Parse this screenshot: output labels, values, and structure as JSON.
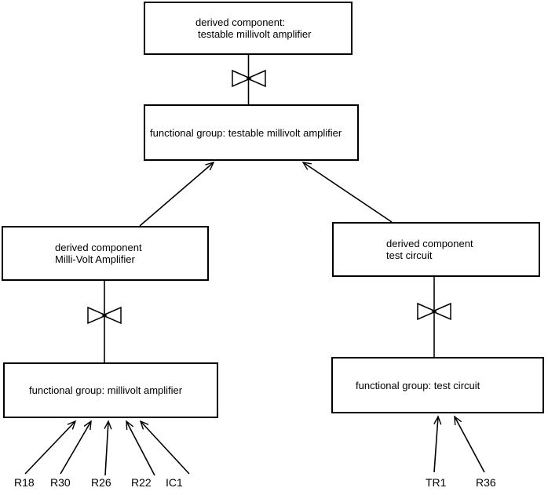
{
  "colors": {
    "background": "#ffffff",
    "line": "#000000",
    "text": "#000000"
  },
  "boxes": {
    "top_derived": {
      "line1": "derived component:",
      "line2": "testable millivolt amplifier"
    },
    "central_func": {
      "line1": "functional group: testable millivolt amplifier"
    },
    "left_derived": {
      "line1": "derived component",
      "line2": "Milli-Volt Amplifier"
    },
    "left_func": {
      "line1": "functional group: millivolt amplifier"
    },
    "right_derived": {
      "line1": "derived component",
      "line2": "test circuit"
    },
    "right_func": {
      "line1": "functional group: test circuit"
    }
  },
  "leaf_labels": {
    "r18": "R18",
    "r30": "R30",
    "r26": "R26",
    "r22": "R22",
    "ic1": "IC1",
    "tr1": "TR1",
    "r36": "R36"
  }
}
